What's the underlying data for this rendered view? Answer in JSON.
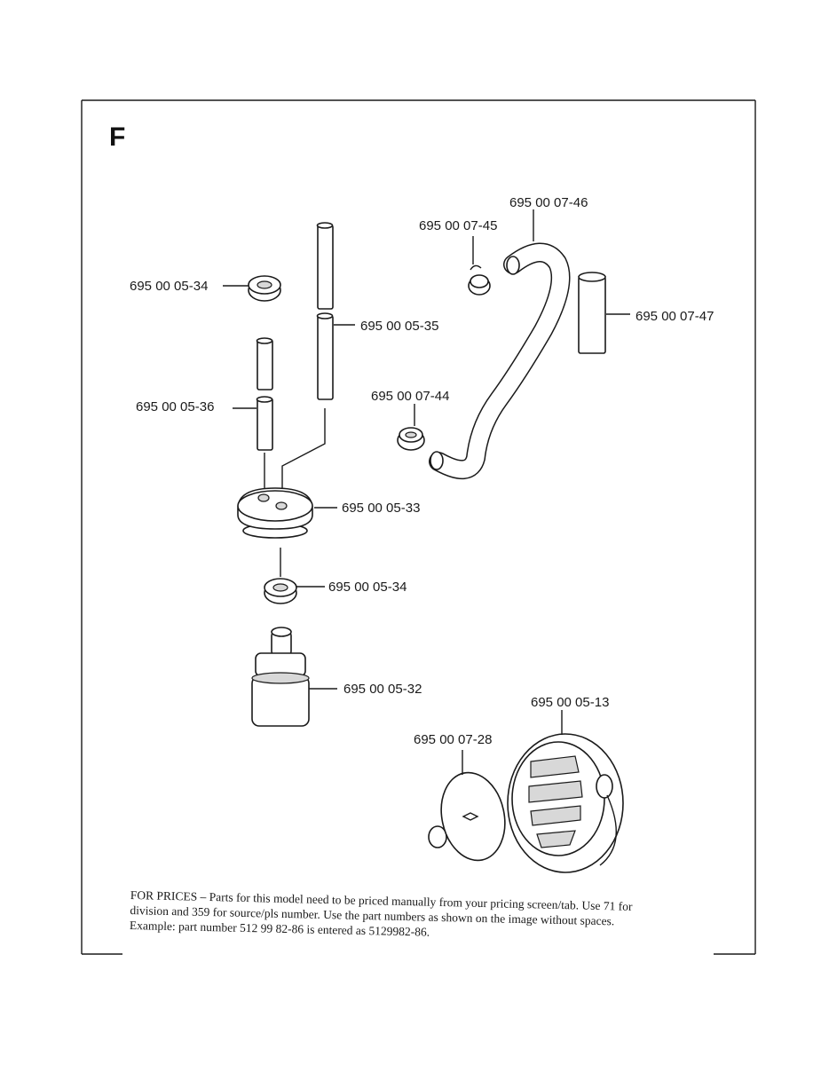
{
  "section_letter": "F",
  "parts": {
    "p_05_34_top": "695 00 05-34",
    "p_05_35": "695 00 05-35",
    "p_05_36": "695 00 05-36",
    "p_05_33": "695 00 05-33",
    "p_05_34_bottom": "695 00 05-34",
    "p_05_32": "695 00 05-32",
    "p_07_45": "695 00 07-45",
    "p_07_46": "695 00 07-46",
    "p_07_47": "695 00 07-47",
    "p_07_44": "695 00 07-44",
    "p_05_13": "695 00 05-13",
    "p_07_28": "695 00 07-28"
  },
  "note": {
    "line1": "FOR PRICES – Parts for this model need to be priced manually from your pricing screen/tab.  Use 71 for",
    "line2": "division and 359 for source/pls number.  Use the part numbers as shown on the image without spaces.",
    "line3": "Example: part number 512 99 82-86 is entered as 5129982-86."
  }
}
